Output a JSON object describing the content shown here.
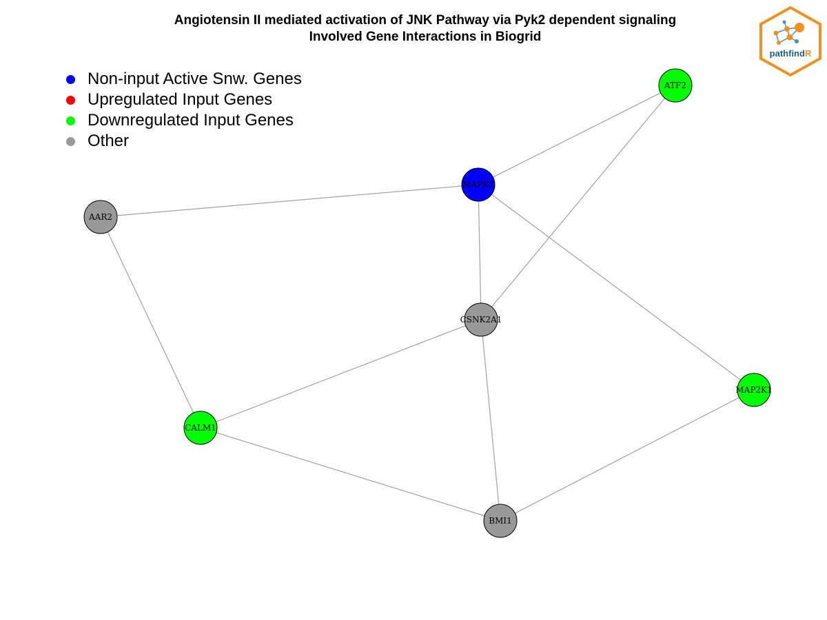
{
  "title": {
    "line1": "Angiotensin II mediated activation of JNK Pathway via Pyk2 dependent signaling",
    "line2": "Involved Gene Interactions in Biogrid"
  },
  "legend": [
    {
      "label": "Non-input Active Snw. Genes",
      "color": "#0000ff"
    },
    {
      "label": "Upregulated Input Genes",
      "color": "#ff0000"
    },
    {
      "label": "Downregulated Input Genes",
      "color": "#00ff00"
    },
    {
      "label": "Other",
      "color": "#999999"
    }
  ],
  "network": {
    "nodes": [
      {
        "id": "ATF2",
        "label": "ATF2",
        "category": "Downregulated Input Genes",
        "color": "#00ff00"
      },
      {
        "id": "MAPK1",
        "label": "MAPK1",
        "category": "Non-input Active Snw. Genes",
        "color": "#0000ff"
      },
      {
        "id": "AAR2",
        "label": "AAR2",
        "category": "Other",
        "color": "#999999"
      },
      {
        "id": "CSNK2A1",
        "label": "CSNK2A1",
        "category": "Other",
        "color": "#999999"
      },
      {
        "id": "MAP2K1",
        "label": "MAP2K1",
        "category": "Downregulated Input Genes",
        "color": "#00ff00"
      },
      {
        "id": "CALM1",
        "label": "CALM1",
        "category": "Downregulated Input Genes",
        "color": "#00ff00"
      },
      {
        "id": "BMI1",
        "label": "BMI1",
        "category": "Other",
        "color": "#999999"
      }
    ],
    "edges": [
      {
        "source": "ATF2",
        "target": "MAPK1"
      },
      {
        "source": "ATF2",
        "target": "CSNK2A1"
      },
      {
        "source": "MAPK1",
        "target": "AAR2"
      },
      {
        "source": "MAPK1",
        "target": "CSNK2A1"
      },
      {
        "source": "MAPK1",
        "target": "MAP2K1"
      },
      {
        "source": "AAR2",
        "target": "CALM1"
      },
      {
        "source": "CSNK2A1",
        "target": "CALM1"
      },
      {
        "source": "CSNK2A1",
        "target": "BMI1"
      },
      {
        "source": "CALM1",
        "target": "BMI1"
      },
      {
        "source": "MAP2K1",
        "target": "BMI1"
      }
    ],
    "edge_color": "#a0a0a0",
    "node_border_color": "#000000"
  },
  "logo": {
    "text_main": "pathfind",
    "text_accent": "R",
    "border_color": "#f0901e",
    "text_color": "#1d5c8c",
    "accent_color": "#f0901e"
  }
}
